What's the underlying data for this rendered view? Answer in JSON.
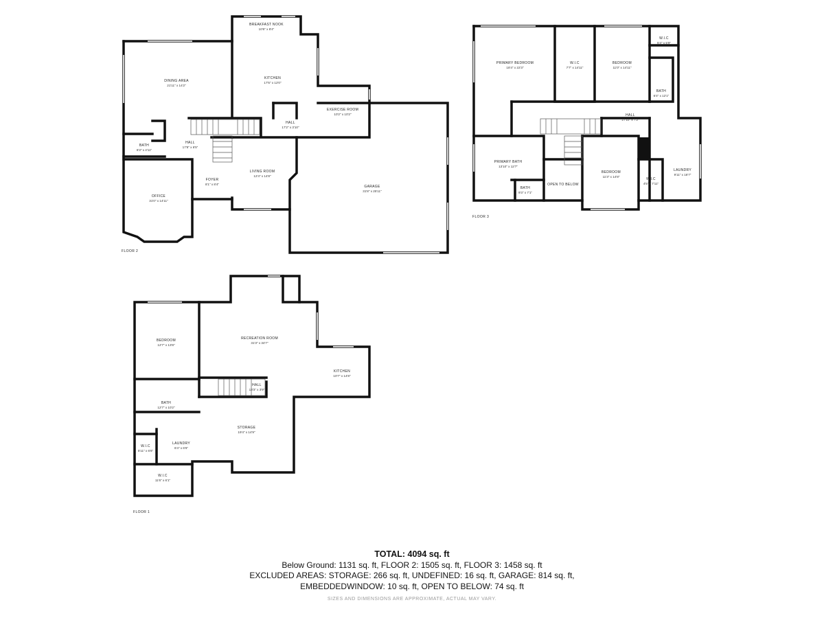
{
  "floors": [
    {
      "id": "floor2",
      "label": "FLOOR 2",
      "rooms": [
        {
          "name": "DINING AREA",
          "dims": "21'11\" x 14'2\""
        },
        {
          "name": "BREAKFAST NOOK",
          "dims": "10'6\" x 8'4\""
        },
        {
          "name": "KITCHEN",
          "dims": "17'5\" x 12'0\""
        },
        {
          "name": "EXERCISE ROOM",
          "dims": "10'2\" x 10'2\""
        },
        {
          "name": "HALL",
          "dims": "17'2\" x 3'10\""
        },
        {
          "name": "HALL",
          "dims": "17'8\" x 6'5\""
        },
        {
          "name": "BATH",
          "dims": "6'3\" x 4'11\""
        },
        {
          "name": "OFFICE",
          "dims": "31'0\" x 14'11\""
        },
        {
          "name": "FOYER",
          "dims": "8'1\" x 8'4\""
        },
        {
          "name": "LIVING ROOM",
          "dims": "12'4\" x 14'8\""
        },
        {
          "name": "GARAGE",
          "dims": "31'8\" x 25'11\""
        }
      ]
    },
    {
      "id": "floor3",
      "label": "FLOOR 3",
      "rooms": [
        {
          "name": "PRIMARY BEDROOM",
          "dims": "18'4\" x 22'3\""
        },
        {
          "name": "W.I.C",
          "dims": "7'7\" x 14'11\""
        },
        {
          "name": "BEDROOM",
          "dims": "11'0\" x 14'11\""
        },
        {
          "name": "W.I.C",
          "dims": "5'4\" x 5'9\""
        },
        {
          "name": "BATH",
          "dims": "6'4\" x 12'1\""
        },
        {
          "name": "HALL",
          "dims": "27'10\" x 7'2\""
        },
        {
          "name": "PRIMARY BATH",
          "dims": "13'10\" x 12'7\""
        },
        {
          "name": "BATH",
          "dims": "9'3\" x 7'1\""
        },
        {
          "name": "OPEN TO BELOW",
          "dims": ""
        },
        {
          "name": "BEDROOM",
          "dims": "11'3\" x 14'8\""
        },
        {
          "name": "W.I.C",
          "dims": "4'5\" x 7'11\""
        },
        {
          "name": "LAUNDRY",
          "dims": "9'11\" x 16'7\""
        }
      ]
    },
    {
      "id": "floor1",
      "label": "FLOOR 1",
      "rooms": [
        {
          "name": "BEDROOM",
          "dims": "12'7\" x 13'8\""
        },
        {
          "name": "RECREATION ROOM",
          "dims": "31'3\" x 34'7\""
        },
        {
          "name": "KITCHEN",
          "dims": "10'7\" x 14'8\""
        },
        {
          "name": "HALL",
          "dims": "13'3\" x 3'9\""
        },
        {
          "name": "BATH",
          "dims": "12'7\" x 10'2\""
        },
        {
          "name": "STORAGE",
          "dims": "19'4\" x 14'9\""
        },
        {
          "name": "W.I.C",
          "dims": "5'11\" x 6'6\""
        },
        {
          "name": "LAUNDRY",
          "dims": "6'4\" x 6'6\""
        },
        {
          "name": "W.I.C",
          "dims": "11'6\" x 6'1\""
        }
      ]
    }
  ],
  "summary": {
    "total": "TOTAL: 4094 sq. ft",
    "line1": "Below Ground: 1131 sq. ft, FLOOR 2: 1505 sq. ft, FLOOR 3: 1458 sq. ft",
    "line2": "EXCLUDED AREAS: STORAGE: 266 sq. ft, UNDEFINED: 16 sq. ft, GARAGE: 814 sq. ft,",
    "line3": "EMBEDDEDWINDOW: 10 sq. ft, OPEN TO BELOW: 74 sq. ft"
  },
  "disclaimer": "SIZES AND DIMENSIONS ARE APPROXIMATE, ACTUAL MAY VARY.",
  "colors": {
    "wall": "#111111",
    "window": "#cfcfcf",
    "text": "#222222"
  }
}
